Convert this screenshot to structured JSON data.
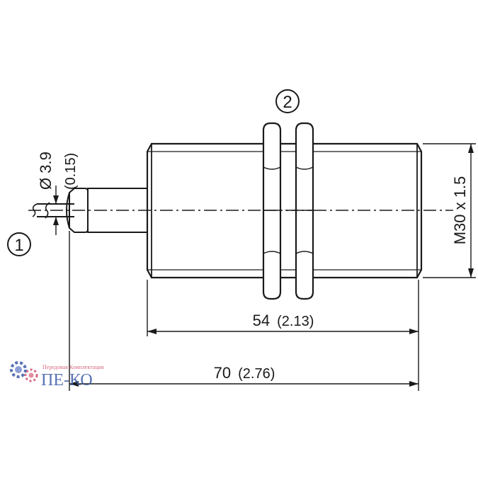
{
  "callouts": {
    "cable": "1",
    "nuts": "2"
  },
  "dimensions": {
    "cable_diameter": "Ø 3.9",
    "cable_diameter_in": "(0.15)",
    "thread": "M30 x 1.5",
    "body_length": "54",
    "body_length_in": "(2.13)",
    "total_length": "70",
    "total_length_in": "(2.76)"
  },
  "watermark": {
    "name": "ПЕ-КО",
    "tagline": "Передовая Комплектация"
  },
  "colors": {
    "line": "#1a1a1a",
    "watermark_blue": "#3a5aa8",
    "watermark_red": "#d0506a"
  }
}
